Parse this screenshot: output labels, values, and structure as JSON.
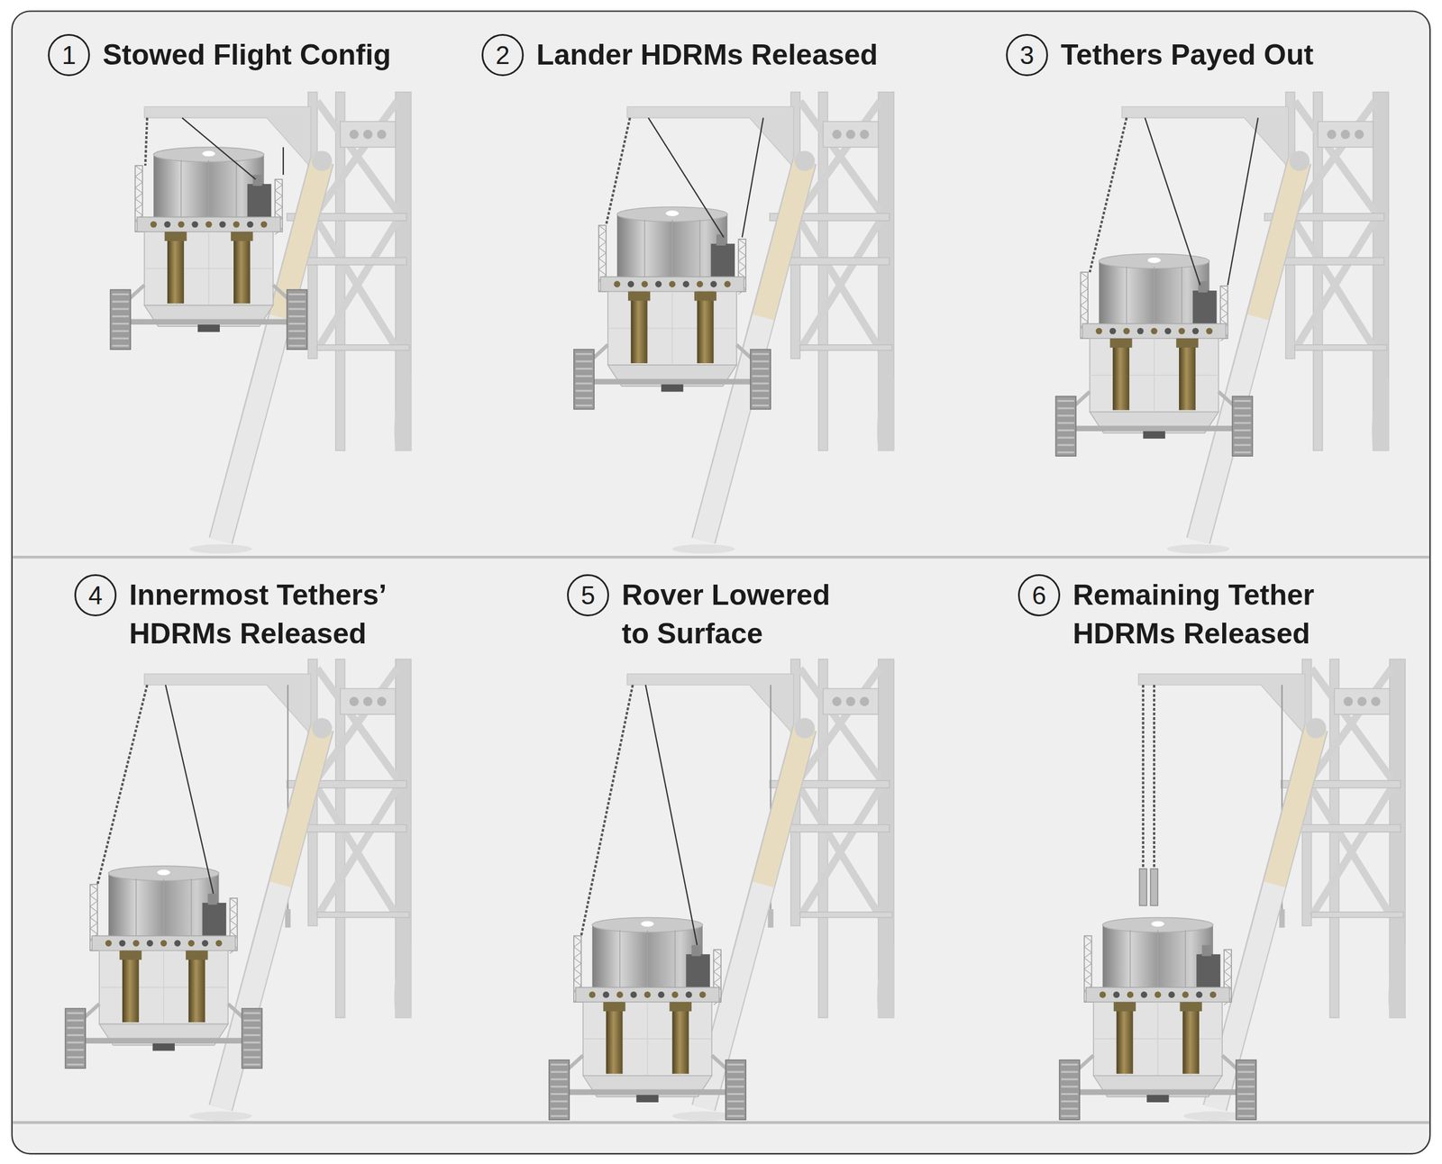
{
  "diagram": {
    "nodes": [
      {
        "text": [
          "1",
          "Stowed Flight Config"
        ]
      },
      {
        "text": [
          "2",
          "Lander HDRMs Released"
        ]
      },
      {
        "text": [
          "3",
          "Tethers Payed Out"
        ]
      },
      {
        "text": [
          "4",
          "Innermost Tethers’ HDRMs Released"
        ]
      },
      {
        "text": [
          "5",
          "Rover Lowered to Surface"
        ]
      },
      {
        "text": [
          "6",
          "Remaining Tether HDRMs Released"
        ]
      }
    ]
  }
}
